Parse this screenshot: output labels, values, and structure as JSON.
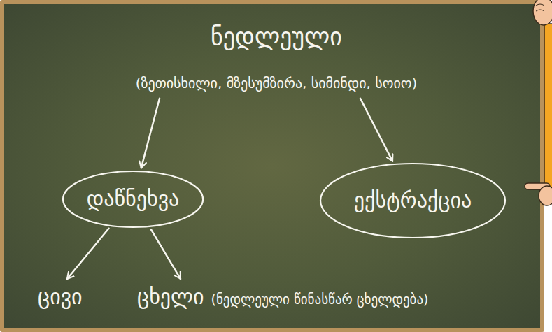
{
  "diagram": {
    "nodes": [
      {
        "text": [
          "ნედლეული",
          "(ზეთისხილი, მზესუმზირა, სიმინდი, სოიო)"
        ]
      },
      {
        "text": [
          "დაწნეხვა"
        ]
      },
      {
        "text": [
          "ექსტრაქცია"
        ]
      },
      {
        "text": [
          "ცივი"
        ]
      },
      {
        "text": [
          "ცხელი",
          "(ნედლეული წინასწარ ცხელდება)"
        ]
      }
    ],
    "edges": [
      {
        "from": 0,
        "to": 1,
        "arrow": "to"
      },
      {
        "from": 0,
        "to": 2,
        "arrow": "to"
      },
      {
        "from": 1,
        "to": 3,
        "arrow": "to"
      },
      {
        "from": 1,
        "to": 4,
        "arrow": "to"
      }
    ]
  }
}
